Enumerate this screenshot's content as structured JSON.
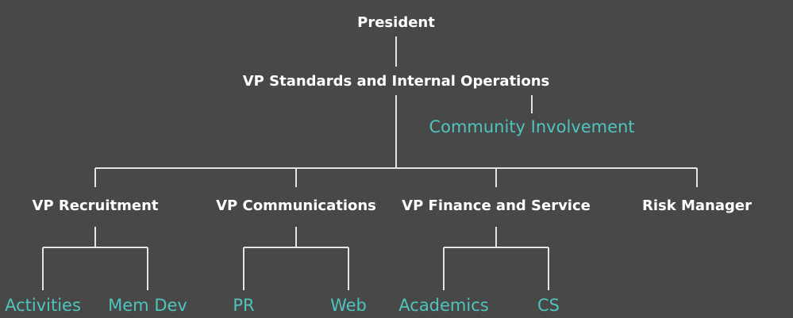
{
  "colors": {
    "background": "#484848",
    "line": "#e4e4e4",
    "role_text": "#ffffff",
    "committee_text": "#4fc4bd"
  },
  "org": {
    "president": "President",
    "vp_standards": "VP Standards and Internal Operations",
    "community_involvement": "Community Involvement",
    "vp_recruitment": "VP Recruitment",
    "vp_communications": "VP Communications",
    "vp_finance": "VP Finance and Service",
    "risk_manager": "Risk Manager",
    "activities": "Activities",
    "mem_dev": "Mem Dev",
    "pr": "PR",
    "web": "Web",
    "academics": "Academics",
    "cs": "CS"
  }
}
